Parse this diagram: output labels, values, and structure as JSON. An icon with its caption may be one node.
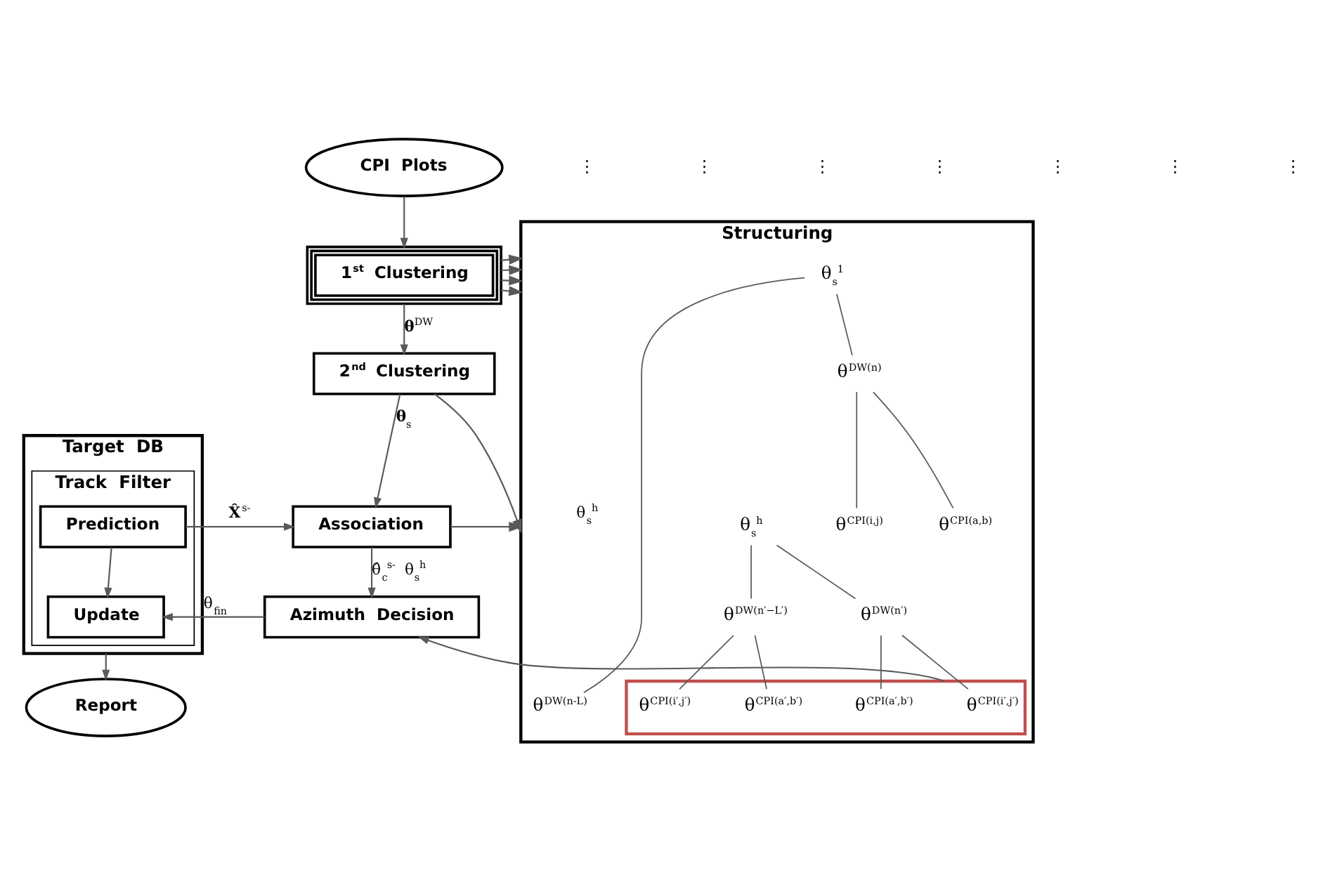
{
  "diagram": {
    "nodes": [
      {
        "text": [
          "CPI Plots"
        ]
      },
      {
        "text": [
          "1$^{st}$ Clustering"
        ]
      },
      {
        "text": [
          "2$^{nd}$ Clustering"
        ]
      },
      {
        "text": [
          "Association"
        ]
      },
      {
        "text": [
          "Azimuth Decision"
        ]
      },
      {
        "text": [
          "Structuring"
        ]
      },
      {
        "text": [
          "θ$_{s}$$^{1}$"
        ],
        "in": 5
      },
      {
        "text": [
          "θ$^{DW(n-L)}$"
        ],
        "in": 5
      },
      {
        "text": [
          "θ$^{DW(n)}$"
        ],
        "in": 5
      },
      {
        "text": [
          "θ$^{CPI(a,b)}$"
        ],
        "in": 5
      },
      {
        "text": [
          "θ$^{CPI(i,j)}$"
        ],
        "in": 5
      },
      {
        "text": [
          "θ$_{s}$$^{h}$"
        ],
        "in": 5
      },
      {
        "text": [
          "θ$^{DW(n′−L′)}$"
        ],
        "in": 5
      },
      {
        "text": [
          "θ$^{DW(n′)}$"
        ],
        "in": 5
      },
      {
        "text": [],
        "shape": "box",
        "in": 5
      },
      {
        "text": [
          "θ$^{CPI(a′,b′)}$"
        ],
        "in": 14
      },
      {
        "text": [
          "θ$^{CPI(i′,j′)}$"
        ],
        "in": 14
      },
      {
        "text": [
          "θ$^{CPI(a′,b′)}$"
        ],
        "in": 14
      },
      {
        "text": [
          "θ$^{CPI(i′,j′)}$"
        ],
        "in": 14
      },
      {
        "text": [
          "Target DB"
        ]
      },
      {
        "text": [
          "Track Filter"
        ],
        "in": 19
      },
      {
        "text": [
          "Prediction"
        ],
        "in": 20
      },
      {
        "text": [
          "Update"
        ],
        "in": 20
      },
      {
        "text": [
          "Report"
        ]
      }
    ],
    "edges": [
      {
        "from": 0,
        "to": 1,
        "arrow": "to"
      },
      {
        "from": 1,
        "to": 5,
        "arrow": "to"
      },
      {
        "from": 1,
        "to": 5,
        "arrow": "to"
      },
      {
        "from": 1,
        "to": 5,
        "arrow": "to"
      },
      {
        "from": 1,
        "to": 5,
        "arrow": "to"
      },
      {
        "from": 1,
        "to": 2,
        "arrow": "to",
        "label": "**θ**$^{DW}$"
      },
      {
        "from": 2,
        "to": 5,
        "arrow": "to"
      },
      {
        "from": 2,
        "to": 3,
        "arrow": "to",
        "label": "**θ**$_{s}$"
      },
      {
        "from": 21,
        "to": 3,
        "arrow": "to",
        "label": "**X̂**$^{s-}$"
      },
      {
        "from": 3,
        "to": 5,
        "arrow": "to",
        "label": "θ$_{s}$$^{h}$"
      },
      {
        "from": 3,
        "to": 4,
        "arrow": "to",
        "label": "θ̂$_{c}$$^{s-}$ θ$_{s}$$^{h}$"
      },
      {
        "from": 14,
        "to": 4,
        "arrow": "to"
      },
      {
        "from": 4,
        "to": 22,
        "arrow": "to",
        "label": "θ$_{fin}$"
      },
      {
        "from": 21,
        "to": 22,
        "arrow": "to"
      },
      {
        "from": 19,
        "to": 23,
        "arrow": "to"
      },
      {
        "from": 6,
        "to": 7,
        "arrow": "none"
      },
      {
        "from": 6,
        "to": 8,
        "arrow": "none"
      },
      {
        "from": 8,
        "to": 9,
        "arrow": "none"
      },
      {
        "from": 8,
        "to": 10,
        "arrow": "none"
      },
      {
        "from": 11,
        "to": 12,
        "arrow": "none"
      },
      {
        "from": 11,
        "to": 13,
        "arrow": "none"
      },
      {
        "from": 12,
        "to": 15,
        "arrow": "none"
      },
      {
        "from": 12,
        "to": 16,
        "arrow": "none"
      },
      {
        "from": 13,
        "to": 17,
        "arrow": "none"
      },
      {
        "from": 13,
        "to": 18,
        "arrow": "none"
      }
    ],
    "labels": [
      "⋮",
      "⋮",
      "⋮",
      "⋮",
      "⋮",
      "⋮",
      "⋮"
    ]
  }
}
